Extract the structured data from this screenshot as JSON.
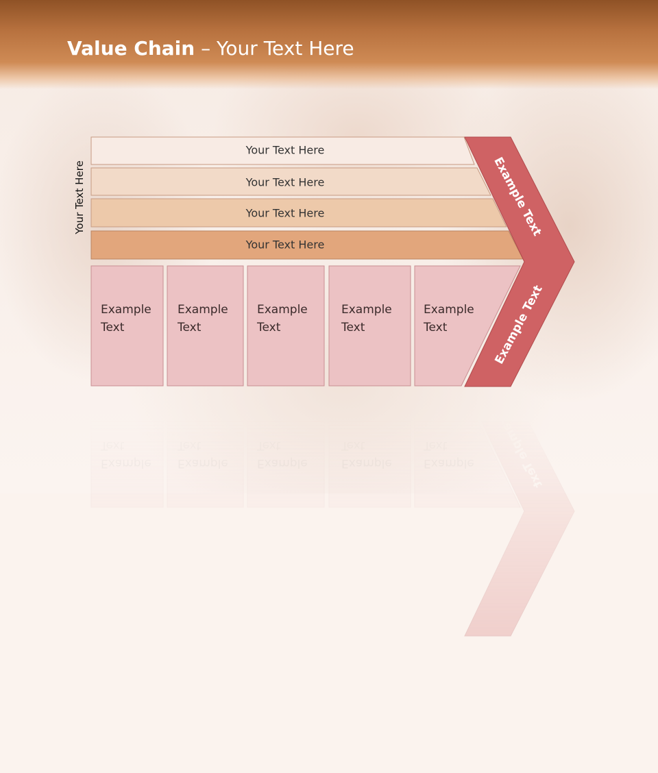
{
  "title": {
    "bold": "Value Chain",
    "rest": " – Your Text Here"
  },
  "side_label": "Your Text Here",
  "bars": [
    {
      "label": "Your Text Here"
    },
    {
      "label": "Your Text Here"
    },
    {
      "label": "Your Text Here"
    },
    {
      "label": "Your Text Here"
    }
  ],
  "boxes": [
    {
      "line1": "Example",
      "line2": "Text"
    },
    {
      "line1": "Example",
      "line2": "Text"
    },
    {
      "line1": "Example",
      "line2": "Text"
    },
    {
      "line1": "Example",
      "line2": "Text"
    },
    {
      "line1": "Example",
      "line2": "Text"
    }
  ],
  "chevron": {
    "upper": "Example Text",
    "lower": "Example Text"
  },
  "colors": {
    "header": "#b8723f",
    "bar1": "#f8ebe4",
    "bar2": "#f2dac8",
    "bar3": "#edc9aa",
    "bar4": "#e2a67c",
    "box": "#ecc2c4",
    "chevron": "#cf6264"
  }
}
